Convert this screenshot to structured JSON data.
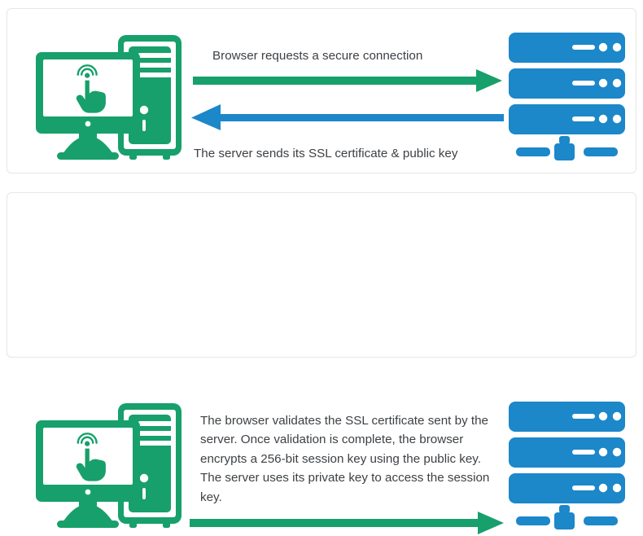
{
  "diagram": {
    "title": "SSL/TLS handshake illustration",
    "colors": {
      "green": "#17a06b",
      "blue": "#1c87c9",
      "text": "#3d4145",
      "card_border": "#e6e6e6",
      "background": "#ffffff"
    }
  },
  "panels": [
    {
      "id": "panel-1",
      "client_icon": "desktop-computer-icon",
      "server_icon": "server-rack-icon",
      "arrows": [
        {
          "name": "browser-request-arrow",
          "direction": "right",
          "color": "#17a06b",
          "label": "Browser requests a secure connection"
        },
        {
          "name": "server-response-arrow",
          "direction": "left",
          "color": "#1c87c9",
          "label": "The server sends its SSL certificate & public key"
        }
      ]
    },
    {
      "id": "panel-2",
      "client_icon": "desktop-computer-icon",
      "server_icon": "server-rack-icon",
      "body_text": "The browser validates the SSL certificate sent by the server. Once validation is complete, the browser encrypts a 256-bit session key using the public key. The server uses its private key to access the session key.",
      "arrows": [
        {
          "name": "session-key-arrow",
          "direction": "right",
          "color": "#17a06b",
          "label": ""
        }
      ]
    }
  ],
  "labels": {
    "browser_request": "Browser requests a secure connection",
    "server_response": "The server sends its SSL certificate & public key",
    "validation_paragraph": "The browser validates the SSL certificate sent by the server. Once validation is complete, the browser encrypts a 256-bit session key using the public key. The server uses its private key to access the session key."
  }
}
